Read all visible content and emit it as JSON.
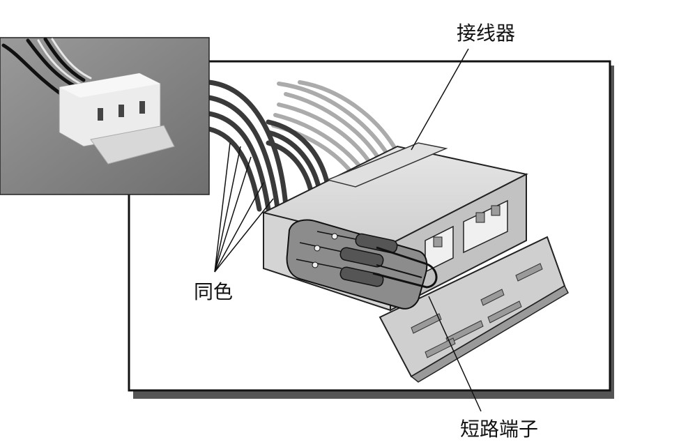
{
  "labels": {
    "connector": "接线器",
    "same_color": "同色",
    "short_terminal": "短路端子"
  },
  "colors": {
    "background": "#ffffff",
    "frame_stroke": "#111111",
    "frame_shadow": "#555555",
    "photo_bg": "#8e8e8e",
    "connector_body": "#d9d9d9",
    "connector_shade": "#b9b9b9",
    "terminal_band": "#8c8c8c",
    "wire_dark": "#3a3a3a",
    "wire_light": "#a9a9a9"
  },
  "icons": {
    "photo": "connector-photo",
    "diagram": "connector-illustration"
  }
}
